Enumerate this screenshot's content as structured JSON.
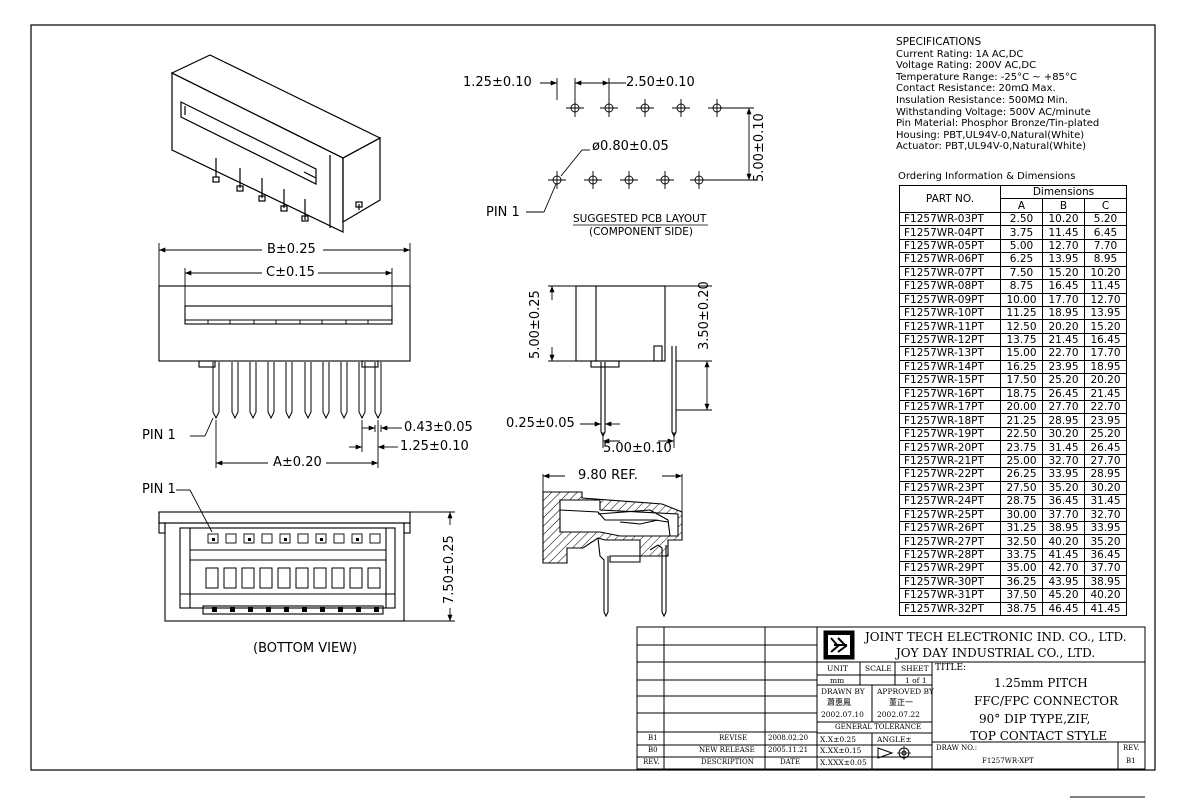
{
  "drawing": {
    "specifications": {
      "title": "SPECIFICATIONS",
      "lines": [
        "Current Rating: 1A AC,DC",
        "Voltage Rating: 200V AC,DC",
        "Temperature Range: -25°C ~ +85°C",
        "Contact Resistance: 20mΩ Max.",
        "Insulation Resistance: 500MΩ Min.",
        "Withstanding Voltage: 500V AC/minute",
        "Pin Material: Phosphor Bronze/Tin-plated",
        "Housing: PBT,UL94V-0,Natural(White)",
        "Actuator: PBT,UL94V-0,Natural(White)"
      ]
    },
    "ordering": {
      "title": "Ordering Information & Dimensions",
      "header_part": "PART NO.",
      "header_dims": "Dimensions",
      "columns": [
        "A",
        "B",
        "C"
      ],
      "rows": [
        [
          "F1257WR-03PT",
          "2.50",
          "10.20",
          "5.20"
        ],
        [
          "F1257WR-04PT",
          "3.75",
          "11.45",
          "6.45"
        ],
        [
          "F1257WR-05PT",
          "5.00",
          "12.70",
          "7.70"
        ],
        [
          "F1257WR-06PT",
          "6.25",
          "13.95",
          "8.95"
        ],
        [
          "F1257WR-07PT",
          "7.50",
          "15.20",
          "10.20"
        ],
        [
          "F1257WR-08PT",
          "8.75",
          "16.45",
          "11.45"
        ],
        [
          "F1257WR-09PT",
          "10.00",
          "17.70",
          "12.70"
        ],
        [
          "F1257WR-10PT",
          "11.25",
          "18.95",
          "13.95"
        ],
        [
          "F1257WR-11PT",
          "12.50",
          "20.20",
          "15.20"
        ],
        [
          "F1257WR-12PT",
          "13.75",
          "21.45",
          "16.45"
        ],
        [
          "F1257WR-13PT",
          "15.00",
          "22.70",
          "17.70"
        ],
        [
          "F1257WR-14PT",
          "16.25",
          "23.95",
          "18.95"
        ],
        [
          "F1257WR-15PT",
          "17.50",
          "25.20",
          "20.20"
        ],
        [
          "F1257WR-16PT",
          "18.75",
          "26.45",
          "21.45"
        ],
        [
          "F1257WR-17PT",
          "20.00",
          "27.70",
          "22.70"
        ],
        [
          "F1257WR-18PT",
          "21.25",
          "28.95",
          "23.95"
        ],
        [
          "F1257WR-19PT",
          "22.50",
          "30.20",
          "25.20"
        ],
        [
          "F1257WR-20PT",
          "23.75",
          "31.45",
          "26.45"
        ],
        [
          "F1257WR-21PT",
          "25.00",
          "32.70",
          "27.70"
        ],
        [
          "F1257WR-22PT",
          "26.25",
          "33.95",
          "28.95"
        ],
        [
          "F1257WR-23PT",
          "27.50",
          "35.20",
          "30.20"
        ],
        [
          "F1257WR-24PT",
          "28.75",
          "36.45",
          "31.45"
        ],
        [
          "F1257WR-25PT",
          "30.00",
          "37.70",
          "32.70"
        ],
        [
          "F1257WR-26PT",
          "31.25",
          "38.95",
          "33.95"
        ],
        [
          "F1257WR-27PT",
          "32.50",
          "40.20",
          "35.20"
        ],
        [
          "F1257WR-28PT",
          "33.75",
          "41.45",
          "36.45"
        ],
        [
          "F1257WR-29PT",
          "35.00",
          "42.70",
          "37.70"
        ],
        [
          "F1257WR-30PT",
          "36.25",
          "43.95",
          "38.95"
        ],
        [
          "F1257WR-31PT",
          "37.50",
          "45.20",
          "40.20"
        ],
        [
          "F1257WR-32PT",
          "38.75",
          "46.45",
          "41.45"
        ]
      ]
    },
    "pcb": {
      "dim_pitch_left": "1.25±0.10",
      "dim_pitch": "2.50±0.10",
      "dim_hole": "ø0.80±0.05",
      "dim_row": "5.00±0.10",
      "pin1": "PIN 1",
      "caption1": "SUGGESTED PCB LAYOUT",
      "caption2": "(COMPONENT SIDE)"
    },
    "front": {
      "dim_b": "B±0.25",
      "dim_c": "C±0.15",
      "dim_a": "A±0.20",
      "dim_pin_w": "0.43±0.05",
      "dim_pitch": "1.25±0.10",
      "pin1": "PIN 1"
    },
    "side": {
      "dim_h": "5.00±0.25",
      "dim_h2": "3.50±0.20",
      "dim_t": "0.25±0.05",
      "dim_w": "5.00±0.10"
    },
    "section": {
      "dim_ref": "9.80 REF."
    },
    "bottom": {
      "pin1": "PIN 1",
      "dim_h": "7.50±0.25",
      "caption": "(BOTTOM VIEW)"
    },
    "title_block": {
      "company1": "JOINT TECH ELECTRONIC IND. CO., LTD.",
      "company2": "JOY DAY INDUSTRIAL CO., LTD.",
      "unit_label": "UNIT",
      "unit": "mm",
      "scale_label": "SCALE",
      "sheet_label": "SHEET",
      "sheet": "1 of 1",
      "drawn_label": "DRAWN BY",
      "drawn_name": "蕭惠鳳",
      "drawn_date": "2002.07.10",
      "approved_label": "APPROVED BY",
      "approved_name": "董正一",
      "approved_date": "2002.07.22",
      "tol_label": "GENERAL TOLERANCE",
      "tol1": "X.X±0.25",
      "tol2": "X.XX±0.15",
      "tol3": "X.XXX±0.05",
      "angle_label": "ANGLE±",
      "title_label": "TITLE:",
      "title1": "1.25mm PITCH",
      "title2": "FFC/FPC CONNECTOR",
      "title3": "90° DIP TYPE,ZIF,",
      "title4": "TOP CONTACT STYLE",
      "drawno_label": "DRAW NO.:",
      "drawno": "F1257WR-XPT",
      "rev_label": "REV.",
      "rev": "B1",
      "revisions": [
        {
          "rev": "B1",
          "desc": "REVISE",
          "date": "2008.02.20"
        },
        {
          "rev": "B0",
          "desc": "NEW RELEASE",
          "date": "2005.11.21"
        }
      ],
      "hdr_rev": "REV.",
      "hdr_desc": "DESCRIPTION",
      "hdr_date": "DATE"
    }
  }
}
